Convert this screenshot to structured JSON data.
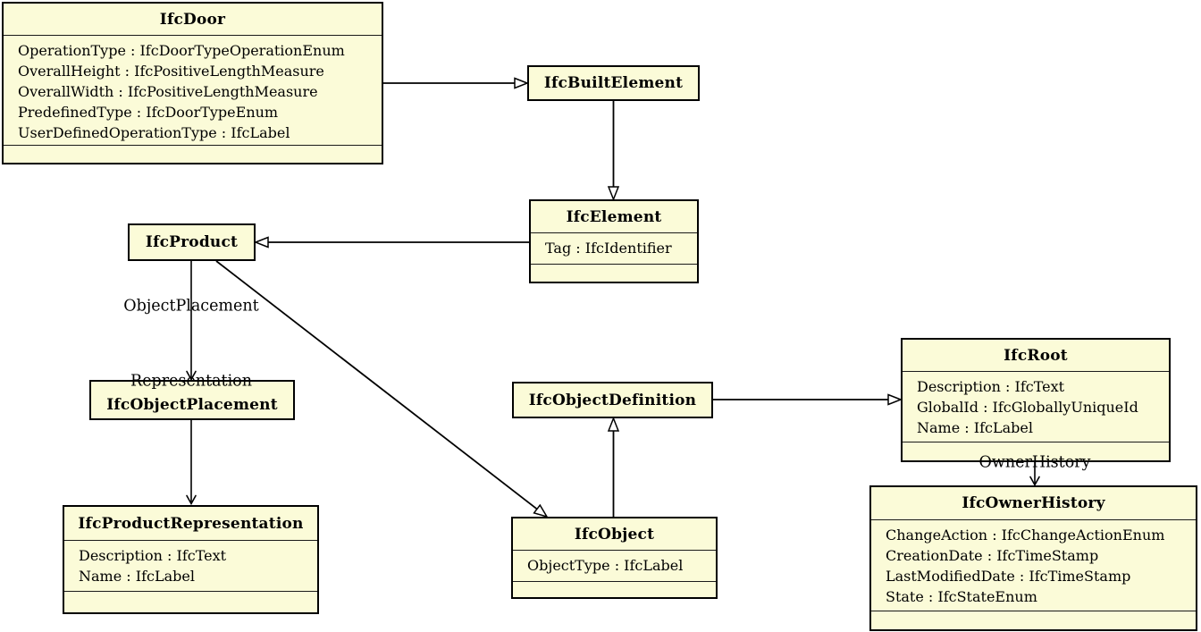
{
  "diagram": {
    "type": "uml-class-diagram",
    "subject": "IFC entity inheritance for IfcDoor",
    "box_fill": "#FBFBD8",
    "box_border": "#000000",
    "background": "#ffffff"
  },
  "classes": [
    {
      "name": "IfcDoor",
      "attributes": [
        "OperationType : IfcDoorTypeOperationEnum",
        "OverallHeight : IfcPositiveLengthMeasure",
        "OverallWidth : IfcPositiveLengthMeasure",
        "PredefinedType : IfcDoorTypeEnum",
        "UserDefinedOperationType : IfcLabel"
      ]
    },
    {
      "name": "IfcBuiltElement",
      "attributes": []
    },
    {
      "name": "IfcElement",
      "attributes": [
        "Tag : IfcIdentifier"
      ]
    },
    {
      "name": "IfcProduct",
      "attributes": []
    },
    {
      "name": "IfcObjectPlacement",
      "attributes": []
    },
    {
      "name": "IfcProductRepresentation",
      "attributes": [
        "Description : IfcText",
        "Name : IfcLabel"
      ]
    },
    {
      "name": "IfcObjectDefinition",
      "attributes": []
    },
    {
      "name": "IfcObject",
      "attributes": [
        "ObjectType : IfcLabel"
      ]
    },
    {
      "name": "IfcRoot",
      "attributes": [
        "Description : IfcText",
        "GlobalId : IfcGloballyUniqueId",
        "Name : IfcLabel"
      ]
    },
    {
      "name": "IfcOwnerHistory",
      "attributes": [
        "ChangeAction : IfcChangeActionEnum",
        "CreationDate : IfcTimeStamp",
        "LastModifiedDate : IfcTimeStamp",
        "State : IfcStateEnum"
      ]
    }
  ],
  "edge_labels": {
    "object_placement": "ObjectPlacement",
    "representation": "Representation",
    "owner_history": "OwnerHistory"
  },
  "relationships": [
    {
      "from": "IfcDoor",
      "to": "IfcBuiltElement",
      "type": "generalization"
    },
    {
      "from": "IfcBuiltElement",
      "to": "IfcElement",
      "type": "generalization"
    },
    {
      "from": "IfcElement",
      "to": "IfcProduct",
      "type": "generalization"
    },
    {
      "from": "IfcProduct",
      "to": "IfcObject",
      "type": "generalization"
    },
    {
      "from": "IfcObject",
      "to": "IfcObjectDefinition",
      "type": "generalization"
    },
    {
      "from": "IfcObjectDefinition",
      "to": "IfcRoot",
      "type": "generalization"
    },
    {
      "from": "IfcProduct",
      "to": "IfcObjectPlacement",
      "type": "association",
      "label": "ObjectPlacement"
    },
    {
      "from": "IfcProduct",
      "to": "IfcProductRepresentation",
      "type": "association",
      "label": "Representation"
    },
    {
      "from": "IfcRoot",
      "to": "IfcOwnerHistory",
      "type": "association",
      "label": "OwnerHistory"
    }
  ]
}
